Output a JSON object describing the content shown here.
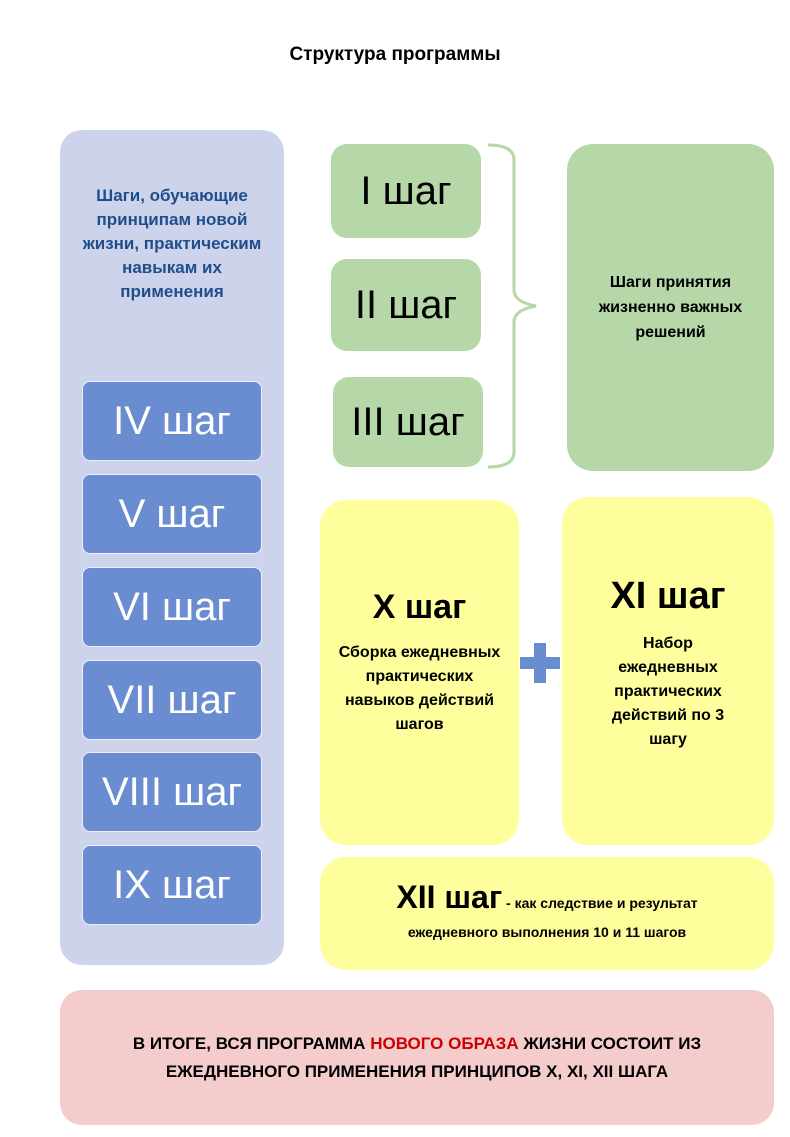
{
  "title": "Структура программы",
  "left_panel": {
    "heading": "Шаги, обучающие принципам новой жизни, практическим навыкам их применения",
    "steps": [
      "IV шаг",
      "V шаг",
      "VI шаг",
      "VII шаг",
      "VIII шаг",
      "IX шаг"
    ]
  },
  "decision_steps": {
    "steps": [
      "I шаг",
      "II шаг",
      "III шаг"
    ],
    "label": "Шаги принятия жизненно важных решений"
  },
  "step_x": {
    "title": "X шаг",
    "text": "Сборка ежедневных практических навыков действий шагов"
  },
  "step_xi": {
    "title": "XI шаг",
    "text": "Набор ежедневных практических действий по 3 шагу"
  },
  "step_xii": {
    "title": "XII шаг",
    "text_inline": " - как следствие и результат",
    "text_line2": "ежедневного выполнения 10 и 11 шагов"
  },
  "summary": {
    "part1": "В ИТОГЕ, ВСЯ ПРОГРАММА ",
    "highlight": "НОВОГО ОБРАЗА",
    "part2": " ЖИЗНИ СОСТОИТ ИЗ ЕЖЕДНЕВНОГО ПРИМЕНЕНИЯ ПРИНЦИПОВ X, XI, XII ШАГА"
  },
  "colors": {
    "left_panel": "#cdd3ea",
    "blue": "#6a8cd0",
    "green": "#b6d7a8",
    "yellow": "#fefe9c",
    "pink": "#f4cccc",
    "highlight": "#cc0000",
    "heading": "#1f4e8c"
  }
}
